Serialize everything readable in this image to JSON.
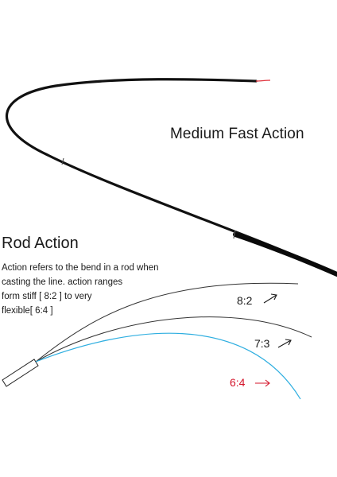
{
  "headline": "Medium Fast Action",
  "section_title": "Rod Action",
  "description_lines": [
    "Action refers to the bend in a rod when",
    "casting the line. action ranges",
    "form stiff [ 8:2 ] to very",
    "flexible[ 6:4 ]"
  ],
  "ratios": [
    {
      "label": "8:2",
      "color": "#1a1a1a"
    },
    {
      "label": "7:3",
      "color": "#1a1a1a"
    },
    {
      "label": "6:4",
      "color": "#d4142a"
    }
  ],
  "colors": {
    "rod": "#111111",
    "tip_thread": "#e0313b",
    "curve_64": "#2eaee0",
    "curve_other": "#333333",
    "accent_red": "#d4142a"
  }
}
